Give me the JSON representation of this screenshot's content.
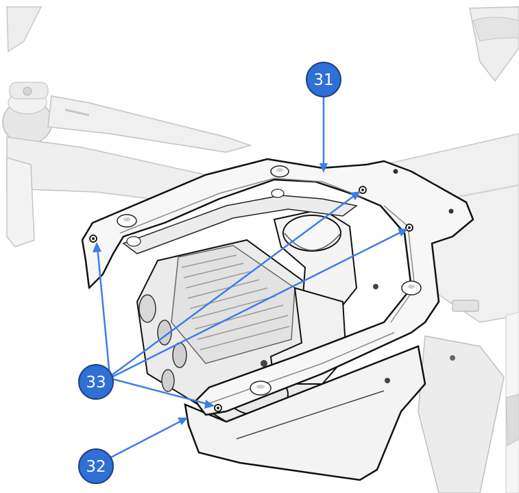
{
  "diagram": {
    "callouts": [
      {
        "id": "c31",
        "label": "31"
      },
      {
        "id": "c32",
        "label": "32"
      },
      {
        "id": "c33",
        "label": "33"
      }
    ]
  },
  "colors": {
    "callout_fill": "#2f6fd6",
    "callout_outline": "#1d3f7a",
    "leader_line": "#3b7ee8",
    "drone_body": "#f1f1f1",
    "drone_shadow": "#d8d8d8",
    "outline": "#111111"
  }
}
